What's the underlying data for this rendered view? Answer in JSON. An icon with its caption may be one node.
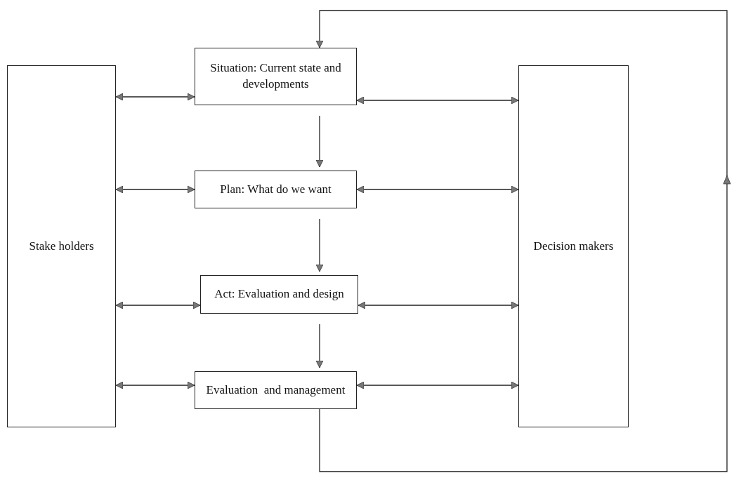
{
  "diagram": {
    "nodes": [
      {
        "text": [
          "Situation: Current state and developments"
        ]
      },
      {
        "text": [
          "Stake holders"
        ]
      },
      {
        "text": [
          "Decision makers"
        ]
      },
      {
        "text": [
          "Plan: What do we want"
        ]
      },
      {
        "text": [
          "Act: Evaluation and design"
        ]
      },
      {
        "text": [
          "Evaluation  and management"
        ]
      }
    ],
    "edges": [
      {
        "from": 1,
        "to": 0,
        "arrow": "both"
      },
      {
        "from": 0,
        "to": 2,
        "arrow": "both"
      },
      {
        "from": 0,
        "to": 3,
        "arrow": "to"
      },
      {
        "from": 1,
        "to": 3,
        "arrow": "both"
      },
      {
        "from": 3,
        "to": 2,
        "arrow": "both"
      },
      {
        "from": 3,
        "to": 4,
        "arrow": "to"
      },
      {
        "from": 1,
        "to": 4,
        "arrow": "both"
      },
      {
        "from": 4,
        "to": 2,
        "arrow": "both"
      },
      {
        "from": 4,
        "to": 5,
        "arrow": "to"
      },
      {
        "from": 1,
        "to": 5,
        "arrow": "both"
      },
      {
        "from": 5,
        "to": 2,
        "arrow": "both"
      },
      {
        "from": 5,
        "to": 0,
        "arrow": "to"
      }
    ]
  }
}
